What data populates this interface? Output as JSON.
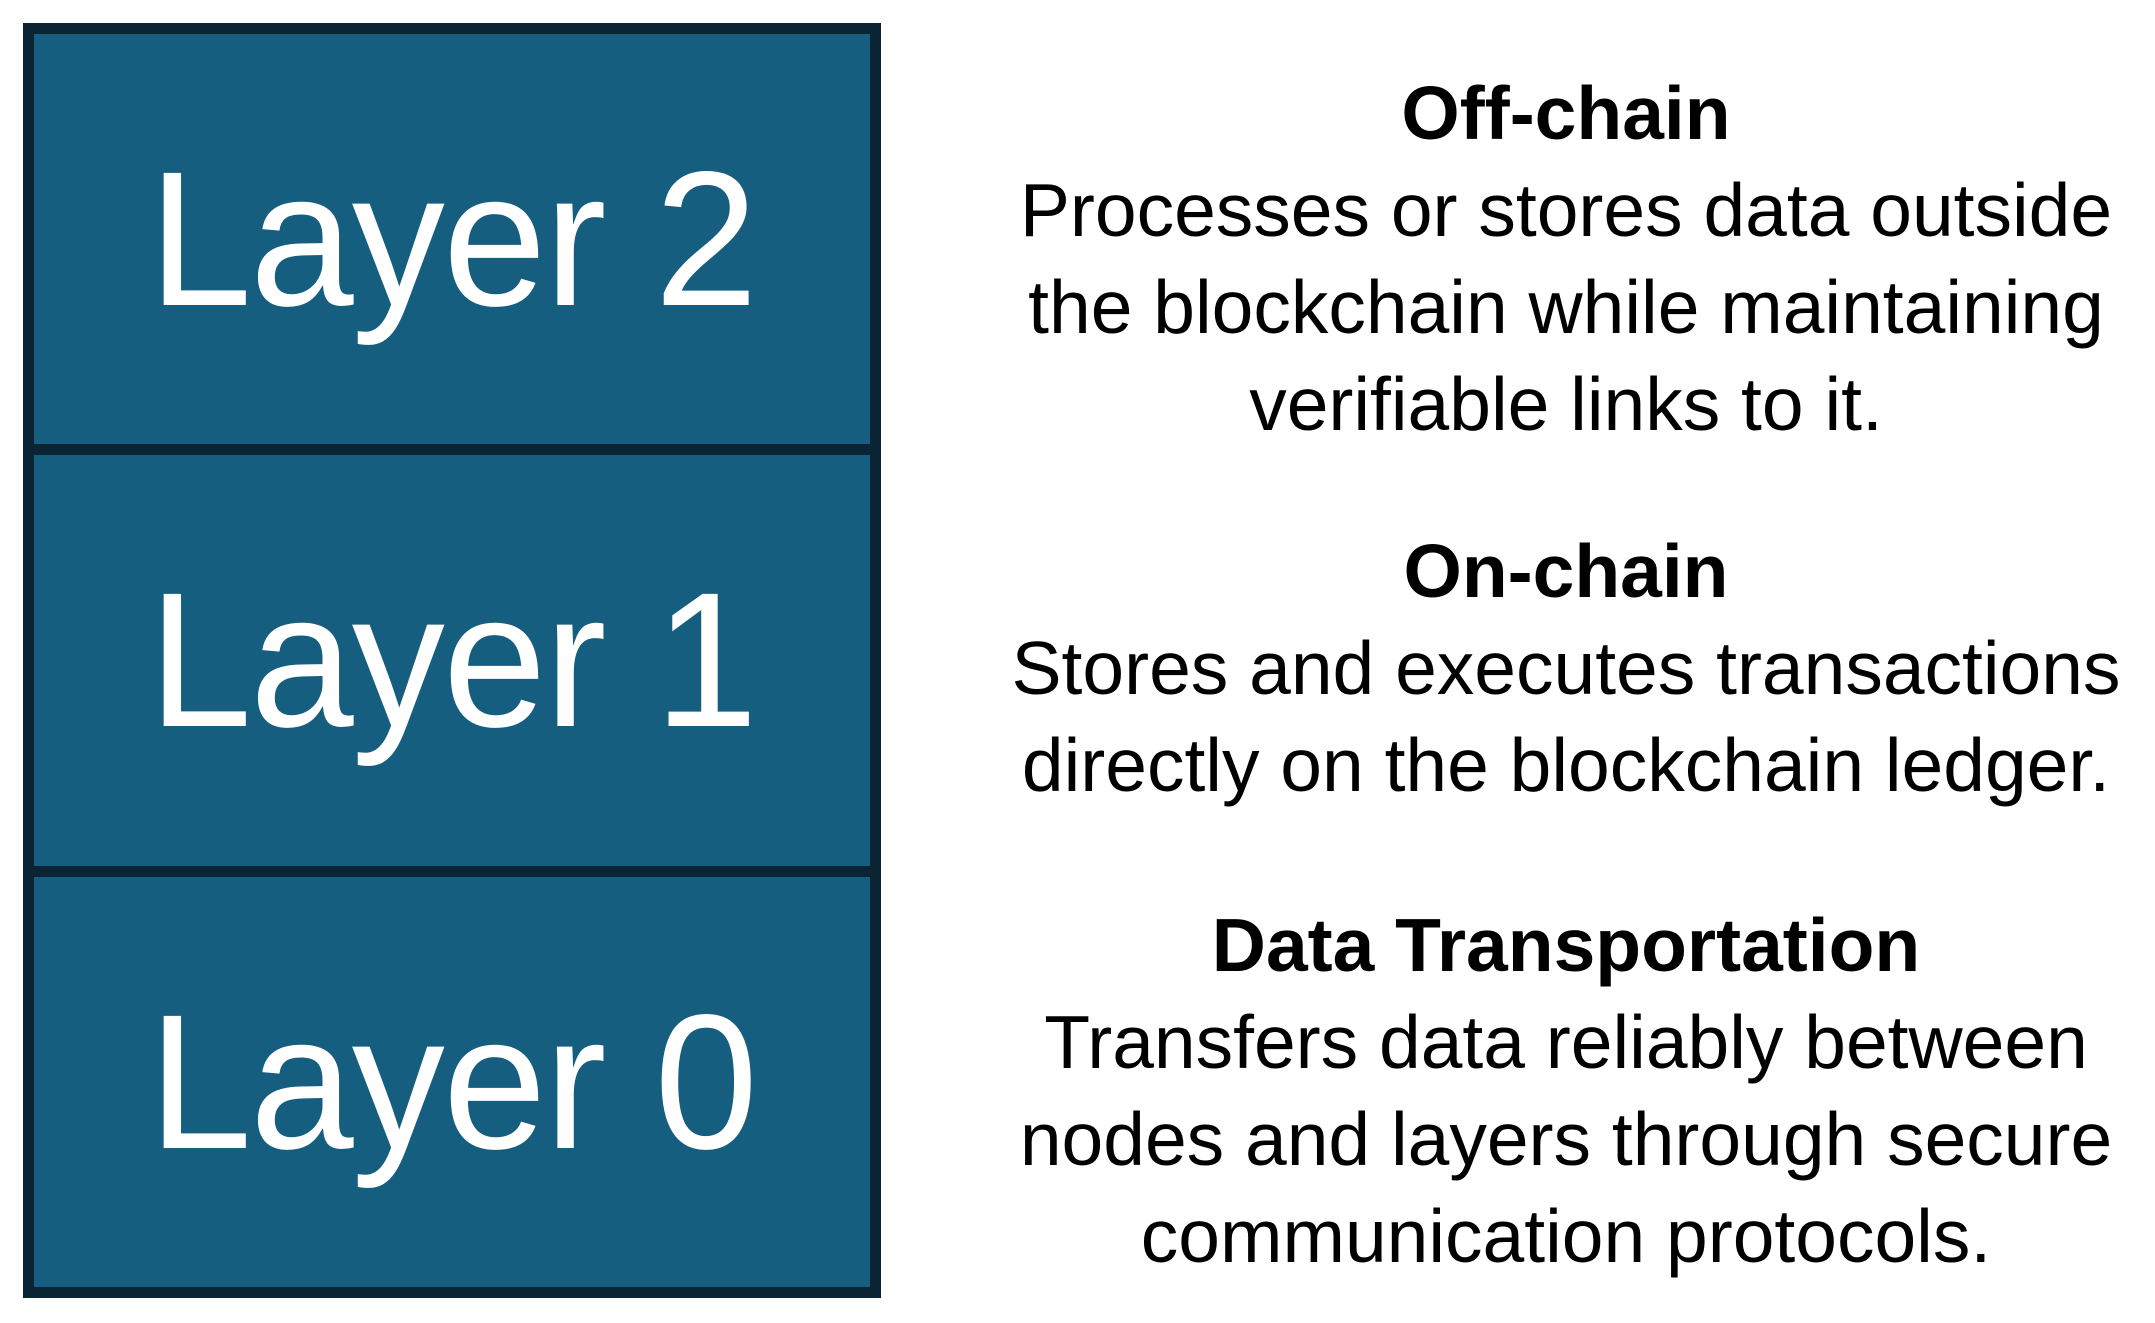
{
  "layers": [
    {
      "label": "Layer 2"
    },
    {
      "label": "Layer 1"
    },
    {
      "label": "Layer 0"
    }
  ],
  "sections": [
    {
      "title": "Off-chain",
      "body": [
        "Processes or stores data outside",
        "the blockchain while maintaining",
        "verifiable links to it."
      ]
    },
    {
      "title": "On-chain",
      "body": [
        "Stores and executes transactions",
        "directly on the blockchain ledger."
      ]
    },
    {
      "title": "Data Transportation",
      "body": [
        "Transfers data reliably between",
        "nodes and layers through secure",
        "communication protocols."
      ]
    }
  ],
  "colors": {
    "box_fill": "#165E7F",
    "box_border": "#0A2433",
    "text_light": "#FFFFFF",
    "text_dark": "#000000",
    "background": "#FFFFFF"
  }
}
